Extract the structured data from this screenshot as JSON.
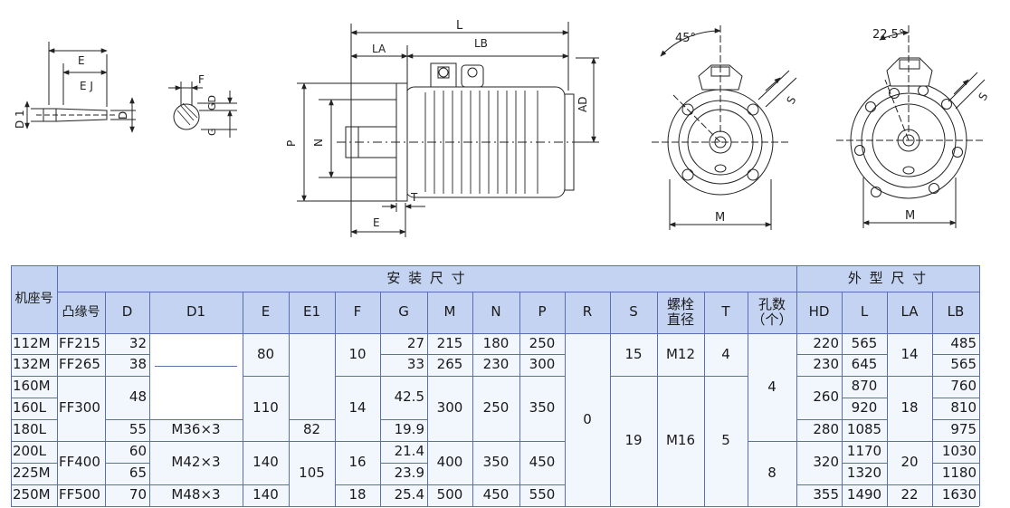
{
  "colors": {
    "header_bg": "#c4d3f1",
    "body_bg": "#f2f6fd",
    "white_bg": "#ffffff",
    "grid": "#5a6fae",
    "line": "#333333"
  },
  "drawings": {
    "shaft_end": {
      "E": "E",
      "EJ": "E J",
      "D1": "D 1",
      "D": "D"
    },
    "key_section": {
      "F": "F",
      "GD": "GD",
      "G": "G"
    },
    "side_view": {
      "L": "L",
      "LA": "LA",
      "LB": "LB",
      "AD": "AD",
      "P": "P",
      "N": "N",
      "E": "E",
      "T": "T"
    },
    "front_ff400": {
      "angle": "45°",
      "S": "S",
      "M": "M"
    },
    "front_ff500": {
      "angle": "22.5°",
      "S": "S",
      "M": "M"
    }
  },
  "table": {
    "group_headers": {
      "mounting": "安 装 尺 寸",
      "overall": "外 型 尺 寸"
    },
    "col_headers": [
      "机座号",
      "凸缘号",
      "D",
      "D1",
      "E",
      "E1",
      "F",
      "G",
      "M",
      "N",
      "P",
      "R",
      "S",
      "螺栓\n直径",
      "T",
      "孔数\n（个）",
      "HD",
      "L",
      "LA",
      "LB"
    ],
    "rows": [
      [
        "112M",
        "FF215",
        "32",
        "",
        "80",
        "",
        "10",
        "27",
        "215",
        "180",
        "250",
        "0",
        "15",
        "M12",
        "4",
        "4",
        "220",
        "565",
        "14",
        "485"
      ],
      [
        "132M",
        "FF265",
        "38",
        "",
        "80",
        "",
        "10",
        "33",
        "265",
        "230",
        "300",
        "0",
        "15",
        "M12",
        "4",
        "4",
        "230",
        "645",
        "14",
        "565"
      ],
      [
        "160M",
        "FF300",
        "48",
        "",
        "110",
        "",
        "14",
        "42.5",
        "300",
        "250",
        "350",
        "0",
        "19",
        "M16",
        "5",
        "4",
        "260",
        "870",
        "18",
        "760"
      ],
      [
        "160L",
        "FF300",
        "48",
        "",
        "110",
        "",
        "14",
        "42.5",
        "300",
        "250",
        "350",
        "0",
        "19",
        "M16",
        "5",
        "4",
        "260",
        "920",
        "18",
        "810"
      ],
      [
        "180L",
        "FF300",
        "55",
        "M36×3",
        "110",
        "82",
        "14",
        "19.9",
        "300",
        "250",
        "350",
        "0",
        "19",
        "M16",
        "5",
        "4",
        "280",
        "1085",
        "18",
        "975"
      ],
      [
        "200L",
        "FF400",
        "60",
        "M42×3",
        "140",
        "105",
        "16",
        "21.4",
        "400",
        "350",
        "450",
        "0",
        "19",
        "M16",
        "5",
        "8",
        "320",
        "1170",
        "20",
        "1030"
      ],
      [
        "225M",
        "FF400",
        "65",
        "M42×3",
        "140",
        "105",
        "16",
        "23.9",
        "400",
        "350",
        "450",
        "0",
        "19",
        "M16",
        "5",
        "8",
        "320",
        "1320",
        "20",
        "1180"
      ],
      [
        "250M",
        "FF500",
        "70",
        "M48×3",
        "140",
        "105",
        "18",
        "25.4",
        "500",
        "450",
        "550",
        "0",
        "19",
        "M16",
        "5",
        "8",
        "355",
        "1490",
        "22",
        "1630"
      ]
    ]
  }
}
